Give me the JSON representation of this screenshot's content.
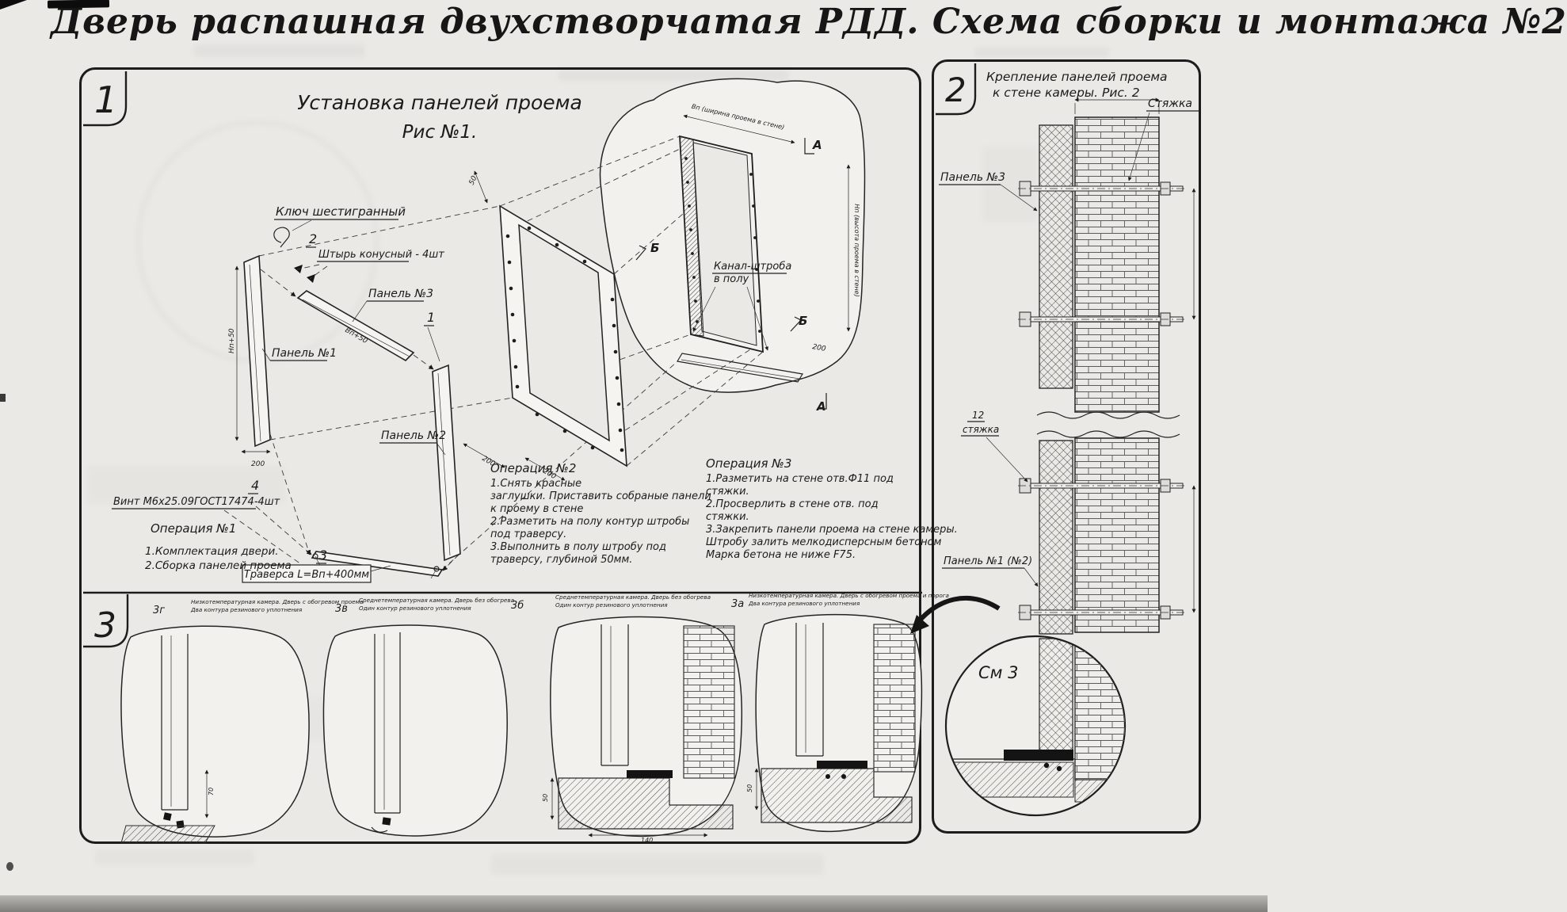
{
  "page": {
    "title": "Дверь распашная двухстворчатая РДД.  Схема сборки и монтажа №2"
  },
  "s1": {
    "number": "1",
    "title": "Установка панелей проема",
    "subtitle": "Рис №1.",
    "labels": {
      "hexkey": "Ключ шестигранный",
      "c1": "1",
      "c2": "2",
      "c3": "3",
      "c4": "4",
      "pin": "Штырь конусный - 4шт",
      "p1": "Панель №1",
      "p2": "Панель №2",
      "p3": "Панель №3",
      "screw": "Винт М6х25.09ГОСТ17474-4шт",
      "traverse": "Траверса  L=Bп+400мм",
      "ch1": "Канал-штроба",
      "ch2": "в полу",
      "mA": "А",
      "mB": "Б",
      "d200": "200",
      "d50": "50",
      "dimNp": "Нп+50",
      "dimVp": "Вп+50",
      "dimW": "Вп (ширина проема в стене)",
      "dimH": "Нп (высота проема в стене)"
    },
    "op1": {
      "title": "Операция №1",
      "lines": [
        "1.Комплектация двери.",
        "2.Сборка панелей проема"
      ]
    },
    "op2": {
      "title": "Операция №2",
      "lines": [
        "1.Снять красные",
        "заглушки. Приставить собраные панели",
        "к проему в стене",
        "2.Разметить на полу контур штробы",
        "под траверсу.",
        "3.Выполнить в полу штробу под",
        "траверсу, глубиной 50мм."
      ]
    },
    "op3": {
      "title": "Операция №3",
      "lines": [
        "1.Разметить на стене отв.Ф11 под",
        "стяжки.",
        "2.Просверлить в стене отв.  под",
        "стяжки.",
        "3.Закрепить панели проема на стене камеры.",
        "Штробу залить мелкодисперсным бетоном",
        "Марка бетона не ниже  F75."
      ]
    }
  },
  "s2": {
    "number": "2",
    "title1": "Крепление панелей проема",
    "title2": "к стене камеры. Рис. 2",
    "labels": {
      "tie": "Стяжка",
      "p3": "Панель №3",
      "n12": "12",
      "tie2": "стяжка",
      "p1": "Панель №1 (№2)",
      "see3": "См 3"
    }
  },
  "s3": {
    "number": "3",
    "details": [
      {
        "id": "3г",
        "caption1": "Низкотемпературная камера. Дверь с обогревом проема",
        "caption2": "Два контура резинового уплотнения"
      },
      {
        "id": "3в",
        "caption1": "Среднетемпературная камера. Дверь без обогрева",
        "caption2": "Один контур резинового уплотнения"
      },
      {
        "id": "3б",
        "caption1": "Среднетемпературная камера. Дверь без обогрева",
        "caption2": "Один контур резинового уплотнения"
      },
      {
        "id": "3а",
        "caption1": "Низкотемпературная камера. Дверь с обогревом проема и порога",
        "caption2": "Два контура резинового уплотнения"
      }
    ],
    "dims": {
      "d50": "50",
      "d70": "70",
      "d140": "140"
    }
  }
}
